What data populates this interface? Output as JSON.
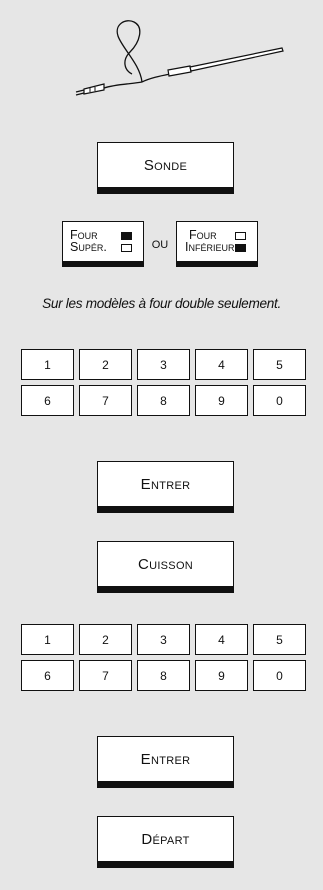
{
  "probe_button": {
    "label": "Sonde"
  },
  "oven_upper": {
    "line1": "Four",
    "line2": "Supér."
  },
  "oven_lower": {
    "line1": "Four",
    "line2": "Inférieur"
  },
  "or_label": "ou",
  "note": "Sur les modèles à four double seulement.",
  "keypad_1": {
    "keys": [
      "1",
      "2",
      "3",
      "4",
      "5",
      "6",
      "7",
      "8",
      "9",
      "0"
    ]
  },
  "enter_1": {
    "label": "Entrer"
  },
  "cook_button": {
    "label": "Cuisson"
  },
  "keypad_2": {
    "keys": [
      "1",
      "2",
      "3",
      "4",
      "5",
      "6",
      "7",
      "8",
      "9",
      "0"
    ]
  },
  "enter_2": {
    "label": "Entrer"
  },
  "start_button": {
    "label": "Départ"
  },
  "colors": {
    "background": "#e6e6e6",
    "button": "#ffffff",
    "ink": "#111111"
  }
}
